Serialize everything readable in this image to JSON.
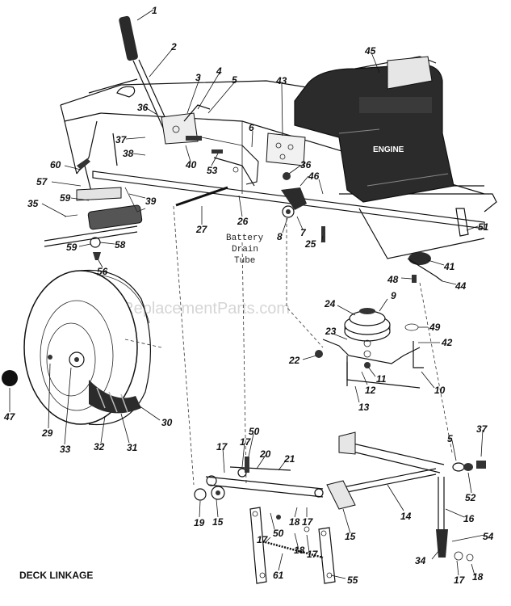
{
  "labels": {
    "engine": "ENGINE",
    "battery_note_1": "Battery",
    "battery_note_2": "Drain",
    "battery_note_3": "Tube",
    "caption": "DECK LINKAGE",
    "watermark": "eReplacementParts.com"
  },
  "callouts": [
    {
      "id": "c1",
      "text": "1"
    },
    {
      "id": "c2",
      "text": "2"
    },
    {
      "id": "c3",
      "text": "3"
    },
    {
      "id": "c4",
      "text": "4"
    },
    {
      "id": "c5a",
      "text": "5"
    },
    {
      "id": "c45",
      "text": "45"
    },
    {
      "id": "c43",
      "text": "43"
    },
    {
      "id": "c36a",
      "text": "36"
    },
    {
      "id": "c37a",
      "text": "37"
    },
    {
      "id": "c38",
      "text": "38"
    },
    {
      "id": "c40",
      "text": "40"
    },
    {
      "id": "c53",
      "text": "53"
    },
    {
      "id": "c6",
      "text": "6"
    },
    {
      "id": "c36b",
      "text": "36"
    },
    {
      "id": "c46",
      "text": "46"
    },
    {
      "id": "c60",
      "text": "60"
    },
    {
      "id": "c57",
      "text": "57"
    },
    {
      "id": "c59a",
      "text": "59"
    },
    {
      "id": "c39",
      "text": "39"
    },
    {
      "id": "c35",
      "text": "35"
    },
    {
      "id": "c27",
      "text": "27"
    },
    {
      "id": "c26",
      "text": "26"
    },
    {
      "id": "c8",
      "text": "8"
    },
    {
      "id": "c7",
      "text": "7"
    },
    {
      "id": "c25",
      "text": "25"
    },
    {
      "id": "c51",
      "text": "51"
    },
    {
      "id": "c59b",
      "text": "59"
    },
    {
      "id": "c58",
      "text": "58"
    },
    {
      "id": "c56",
      "text": "56"
    },
    {
      "id": "c41",
      "text": "41"
    },
    {
      "id": "c48",
      "text": "48"
    },
    {
      "id": "c44",
      "text": "44"
    },
    {
      "id": "c9",
      "text": "9"
    },
    {
      "id": "c24",
      "text": "24"
    },
    {
      "id": "c49",
      "text": "49"
    },
    {
      "id": "c23",
      "text": "23"
    },
    {
      "id": "c42",
      "text": "42"
    },
    {
      "id": "c22",
      "text": "22"
    },
    {
      "id": "c11",
      "text": "11"
    },
    {
      "id": "c12",
      "text": "12"
    },
    {
      "id": "c10",
      "text": "10"
    },
    {
      "id": "c13",
      "text": "13"
    },
    {
      "id": "c47",
      "text": "47"
    },
    {
      "id": "c29",
      "text": "29"
    },
    {
      "id": "c33",
      "text": "33"
    },
    {
      "id": "c32",
      "text": "32"
    },
    {
      "id": "c31",
      "text": "31"
    },
    {
      "id": "c30",
      "text": "30"
    },
    {
      "id": "c50a",
      "text": "50"
    },
    {
      "id": "c17a",
      "text": "17"
    },
    {
      "id": "c17b",
      "text": "17"
    },
    {
      "id": "c20",
      "text": "20"
    },
    {
      "id": "c21",
      "text": "21"
    },
    {
      "id": "c5b",
      "text": "5"
    },
    {
      "id": "c37b",
      "text": "37"
    },
    {
      "id": "c52",
      "text": "52"
    },
    {
      "id": "c19",
      "text": "19"
    },
    {
      "id": "c15a",
      "text": "15"
    },
    {
      "id": "c18a",
      "text": "18"
    },
    {
      "id": "c17c",
      "text": "17"
    },
    {
      "id": "c14",
      "text": "14"
    },
    {
      "id": "c15b",
      "text": "15"
    },
    {
      "id": "c16",
      "text": "16"
    },
    {
      "id": "c50b",
      "text": "50"
    },
    {
      "id": "c17d",
      "text": "17"
    },
    {
      "id": "c18b",
      "text": "18"
    },
    {
      "id": "c17e",
      "text": "17"
    },
    {
      "id": "c54",
      "text": "54"
    },
    {
      "id": "c34",
      "text": "34"
    },
    {
      "id": "c17f",
      "text": "17"
    },
    {
      "id": "c18c",
      "text": "18"
    },
    {
      "id": "c61",
      "text": "61"
    },
    {
      "id": "c55",
      "text": "55"
    }
  ]
}
